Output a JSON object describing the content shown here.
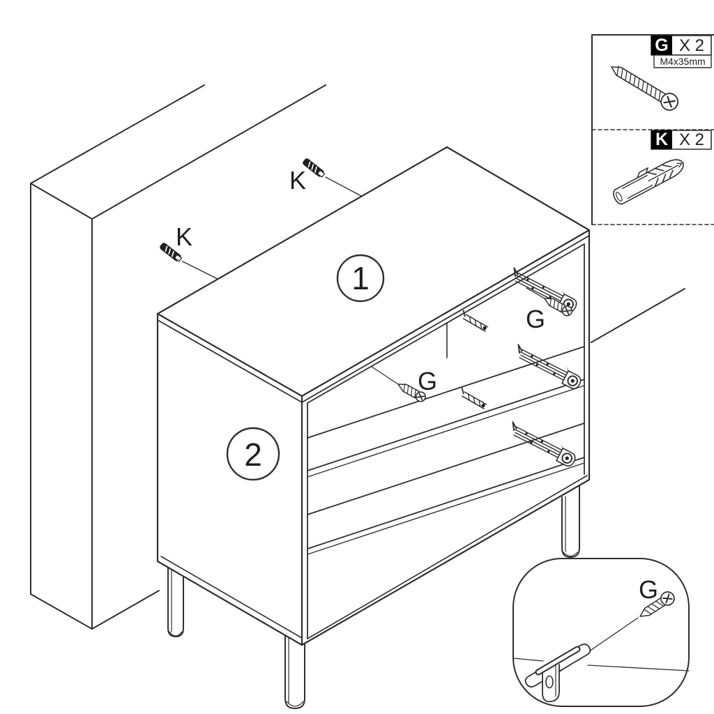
{
  "steps": {
    "one": "1",
    "two": "2"
  },
  "callouts": {
    "wall_plug_top": "K",
    "wall_plug_left": "K",
    "screw_slide_top": "G",
    "screw_slide_mid": "G",
    "detail_screw": "G"
  },
  "parts_box": {
    "screw": {
      "code": "G",
      "qty": "X 2",
      "size": "M4x35mm"
    },
    "plug": {
      "code": "K",
      "qty": "X 2"
    }
  },
  "colors": {
    "line": "#2e2e2e",
    "background": "#ffffff",
    "badge_bg": "#000000",
    "badge_fg": "#ffffff"
  }
}
